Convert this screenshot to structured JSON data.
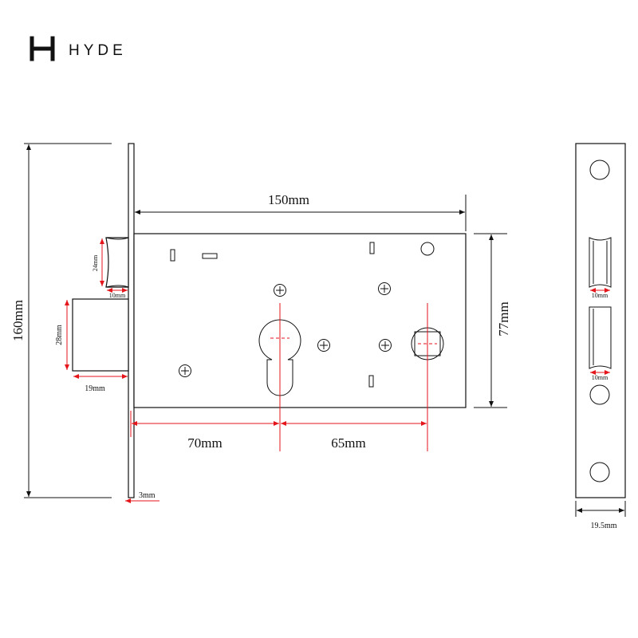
{
  "brand": {
    "logo_icon": "hyde-logo-icon",
    "name": "HYDE"
  },
  "dimensions": {
    "overall_height": "160mm",
    "body_width": "150mm",
    "body_height": "77mm",
    "latch_height": "24mm",
    "latch_depth": "10mm",
    "deadbolt_height": "28mm",
    "deadbolt_throw": "19mm",
    "backset": "70mm",
    "center_distance": "65mm",
    "faceplate_thickness": "3mm",
    "strike_latch_width": "10mm",
    "strike_bolt_width": "10mm",
    "strike_width": "19.5mm"
  },
  "colors": {
    "line": "#111111",
    "accent_dimension": "#e4161b",
    "background": "#ffffff"
  }
}
